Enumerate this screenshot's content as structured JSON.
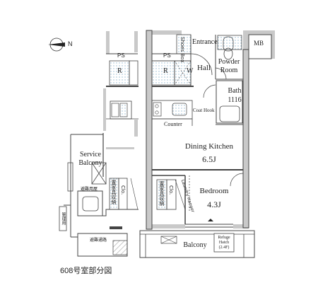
{
  "floorplan": {
    "compass": {
      "letter": "N"
    },
    "labels": {
      "entrance": "Entrance",
      "mb": "MB",
      "shoes_box": "Shoes Box",
      "ps_left": "PS",
      "ps_right": "PS",
      "r_left": "R",
      "r_right": "R",
      "w": "W",
      "hall": "Hall",
      "powder_room_1": "Powder",
      "powder_room_2": "Room",
      "bath": "Bath",
      "bath_size": "1116",
      "coat_hook": "Coat Hook",
      "counter": "Counter",
      "dining_kitchen": "Dining Kitchen",
      "dining_kitchen_size": "6.5J",
      "service_balcony_1": "Service",
      "service_balcony_2": "Balcony",
      "laundry_hanger": "Laundry Hanger",
      "bedroom": "Bedroom",
      "bedroom_size": "4.3J",
      "closet_mid": "Clo.",
      "closet_left": "Clo.",
      "storage_mid": "置家具収納",
      "storage_left": "置家具収納",
      "evacuation_hatch_label": "避難用屋",
      "management_pipe": "管理用",
      "evacuation_route": "避難通路",
      "balcony": "Balcony",
      "refuge_hatch_1": "Refuge",
      "refuge_hatch_2": "Hatch",
      "refuge_hatch_3": "(2.4F)"
    },
    "caption": "608号室部分図"
  },
  "colors": {
    "wall": "#4a4a4a",
    "wall_fill": "#c9c9c9",
    "line": "#333333",
    "wet_area_dot": "#8fb6cf",
    "balcony_fill": "#e6e6e6"
  }
}
